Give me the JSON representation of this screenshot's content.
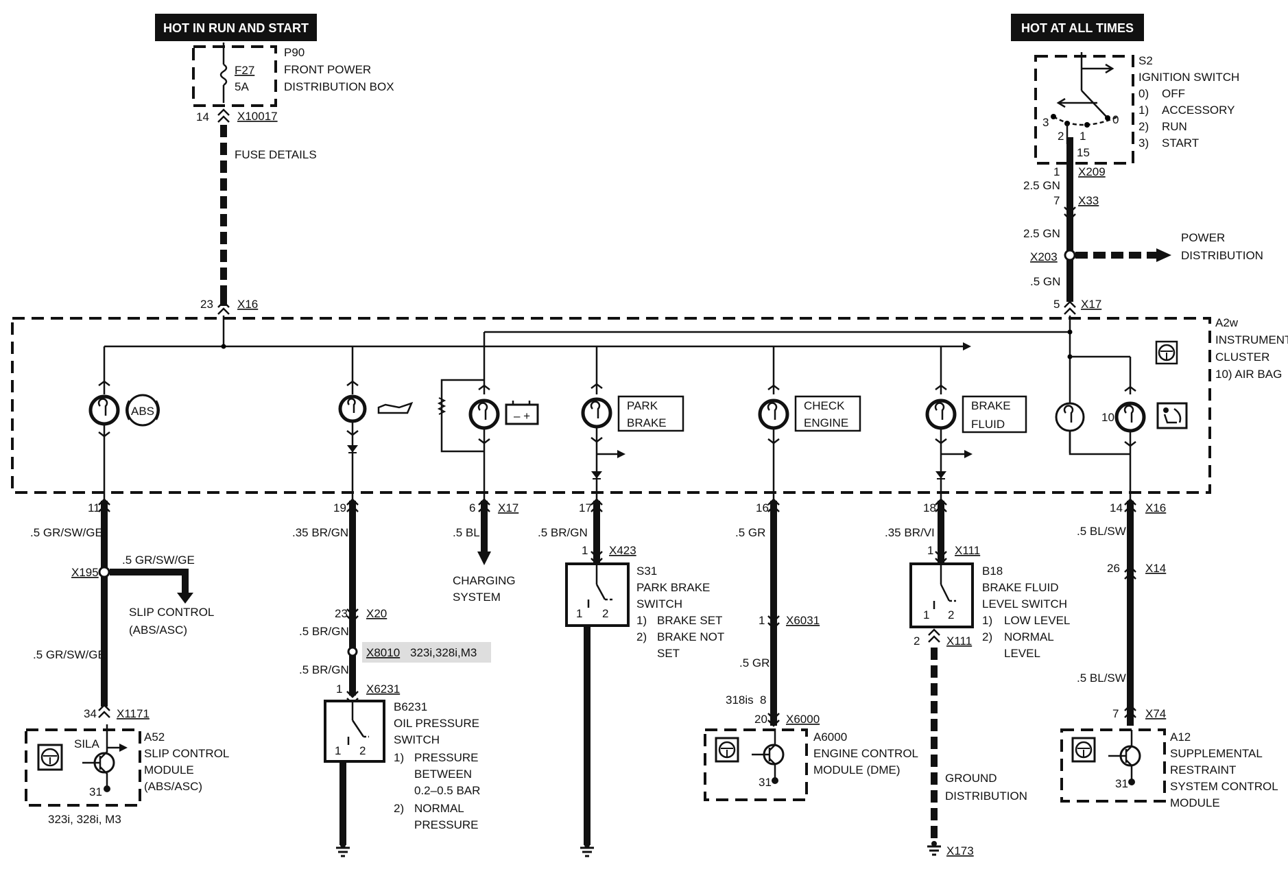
{
  "headers": {
    "left": "HOT IN RUN AND START",
    "right": "HOT AT ALL TIMES"
  },
  "p90": {
    "id": "P90",
    "line1": "FRONT POWER",
    "line2": "DISTRIBUTION BOX",
    "fuse": "F27",
    "rating": "5A",
    "pin": "14",
    "connector": "X10017",
    "fuse_details": "FUSE DETAILS"
  },
  "s2": {
    "id": "S2",
    "title": "IGNITION SWITCH",
    "positions": [
      {
        "num": "0)",
        "label": "OFF"
      },
      {
        "num": "1)",
        "label": "ACCESSORY"
      },
      {
        "num": "2)",
        "label": "RUN"
      },
      {
        "num": "3)",
        "label": "START"
      }
    ],
    "contacts": [
      "3",
      "2",
      "1",
      "0"
    ],
    "terminal": "15",
    "pin": "1",
    "connector": "X209"
  },
  "feed": {
    "wire1": "2.5 GN",
    "pin7": "7",
    "x33": "X33",
    "wire2": "2.5 GN",
    "splice": "X203",
    "power_dist1": "POWER",
    "power_dist2": "DISTRIBUTION",
    "wire3": ".5 GN",
    "pin5": "5",
    "x17": "X17"
  },
  "cluster": {
    "id": "A2w",
    "line1": "INSTRUMENT",
    "line2": "CLUSTER",
    "note": "10) AIR BAG",
    "pin23": "23",
    "x16": "X16",
    "abs": "ABS",
    "park1": "PARK",
    "park2": "BRAKE",
    "check1": "CHECK",
    "check2": "ENGINE",
    "brake1": "BRAKE",
    "brake2": "FLUID",
    "bat": "– +",
    "airbag_num": "10"
  },
  "circuits": {
    "abs": {
      "pin": "11",
      "wire1": ".5 GR/SW/GE",
      "splice": "X195",
      "branch_wire": ".5 GR/SW/GE",
      "slip1": "SLIP CONTROL",
      "slip2": "(ABS/ASC)",
      "wire2": ".5 GR/SW/GE",
      "pin34": "34",
      "conn": "X1171"
    },
    "oil": {
      "pin": "19",
      "wire1": ".35 BR/GN",
      "pin23": "23",
      "x20": "X20",
      "wire2": ".5 BR/GN",
      "x8010": "X8010",
      "models": "323i,328i,M3",
      "wire3": ".5 BR/GN",
      "pin1": "1",
      "x6231": "X6231"
    },
    "charge": {
      "pin": "6",
      "x17": "X17",
      "wire": ".5 BL",
      "sys1": "CHARGING",
      "sys2": "SYSTEM"
    },
    "park": {
      "pin": "17",
      "wire": ".5 BR/GN",
      "pin1": "1",
      "x423": "X423"
    },
    "engine": {
      "pin": "16",
      "wire1": ".5 GR",
      "pin1": "1",
      "x6031": "X6031",
      "wire2": ".5 GR",
      "alt": "318is",
      "alt_pin": "8",
      "pin20": "20",
      "x6000": "X6000"
    },
    "fluid": {
      "pin": "18",
      "wire": ".35 BR/VI",
      "pin1": "1",
      "x111a": "X111",
      "pin2": "2",
      "x111b": "X111",
      "gnd1": "GROUND",
      "gnd2": "DISTRIBUTION",
      "x173": "X173"
    },
    "airbag": {
      "pin": "14",
      "x16": "X16",
      "wire1": ".5 BL/SW",
      "pin26": "26",
      "x14": "X14",
      "wire2": ".5 BL/SW",
      "pin7": "7",
      "x74": "X74"
    }
  },
  "components": {
    "a52": {
      "id": "A52",
      "line1": "SLIP CONTROL",
      "line2": "MODULE",
      "line3": "(ABS/ASC)",
      "sila": "SILA",
      "gnd": "31",
      "models": "323i, 328i, M3"
    },
    "b6231": {
      "id": "B6231",
      "line1": "OIL PRESSURE",
      "line2": "SWITCH",
      "opts": [
        {
          "num": "1)",
          "l1": "PRESSURE",
          "l2": "BETWEEN",
          "l3": "0.2–0.5 BAR"
        },
        {
          "num": "2)",
          "l1": "NORMAL",
          "l2": "PRESSURE"
        }
      ],
      "c1": "1",
      "c2": "2"
    },
    "s31": {
      "id": "S31",
      "line1": "PARK BRAKE",
      "line2": "SWITCH",
      "opt1n": "1)",
      "opt1": "BRAKE SET",
      "opt2n": "2)",
      "opt2a": "BRAKE NOT",
      "opt2b": "SET",
      "c1": "1",
      "c2": "2"
    },
    "a6000": {
      "id": "A6000",
      "line1": "ENGINE CONTROL",
      "line2": "MODULE (DME)",
      "gnd": "31"
    },
    "b18": {
      "id": "B18",
      "line1": "BRAKE FLUID",
      "line2": "LEVEL SWITCH",
      "opt1n": "1)",
      "opt1": "LOW LEVEL",
      "opt2n": "2)",
      "opt2a": "NORMAL",
      "opt2b": "LEVEL",
      "c1": "1",
      "c2": "2"
    },
    "a12": {
      "id": "A12",
      "line1": "SUPPLEMENTAL",
      "line2": "RESTRAINT",
      "line3": "SYSTEM CONTROL",
      "line4": "MODULE",
      "gnd": "31"
    }
  }
}
